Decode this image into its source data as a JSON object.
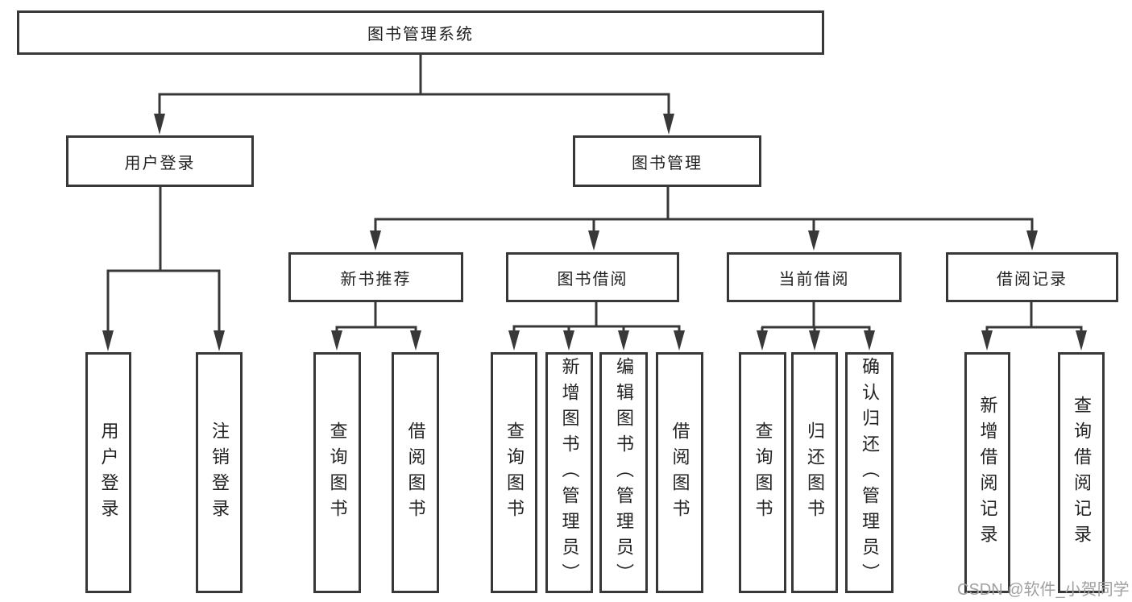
{
  "diagram": {
    "root": {
      "label": "图书管理系统"
    },
    "branches": [
      {
        "label": "用户登录",
        "children": [
          {
            "label": "用户登录"
          },
          {
            "label": "注销登录"
          }
        ]
      },
      {
        "label": "图书管理",
        "children": [
          {
            "label": "新书推荐",
            "children": [
              {
                "label": "查询图书"
              },
              {
                "label": "借阅图书"
              }
            ]
          },
          {
            "label": "图书借阅",
            "children": [
              {
                "label": "查询图书"
              },
              {
                "label": "新增图书（管理员）"
              },
              {
                "label": "编辑图书（管理员）"
              },
              {
                "label": "借阅图书"
              }
            ]
          },
          {
            "label": "当前借阅",
            "children": [
              {
                "label": "查询图书"
              },
              {
                "label": "归还图书"
              },
              {
                "label": "确认归还（管理员）"
              }
            ]
          },
          {
            "label": "借阅记录",
            "children": [
              {
                "label": "新增借阅记录"
              },
              {
                "label": "查询借阅记录"
              }
            ]
          }
        ]
      }
    ]
  },
  "watermark": {
    "text": "CSDN @软件_小贺同学",
    "color": "#a0a0a0"
  },
  "colors": {
    "line": "#383838",
    "text": "#222222",
    "background": "#ffffff"
  }
}
